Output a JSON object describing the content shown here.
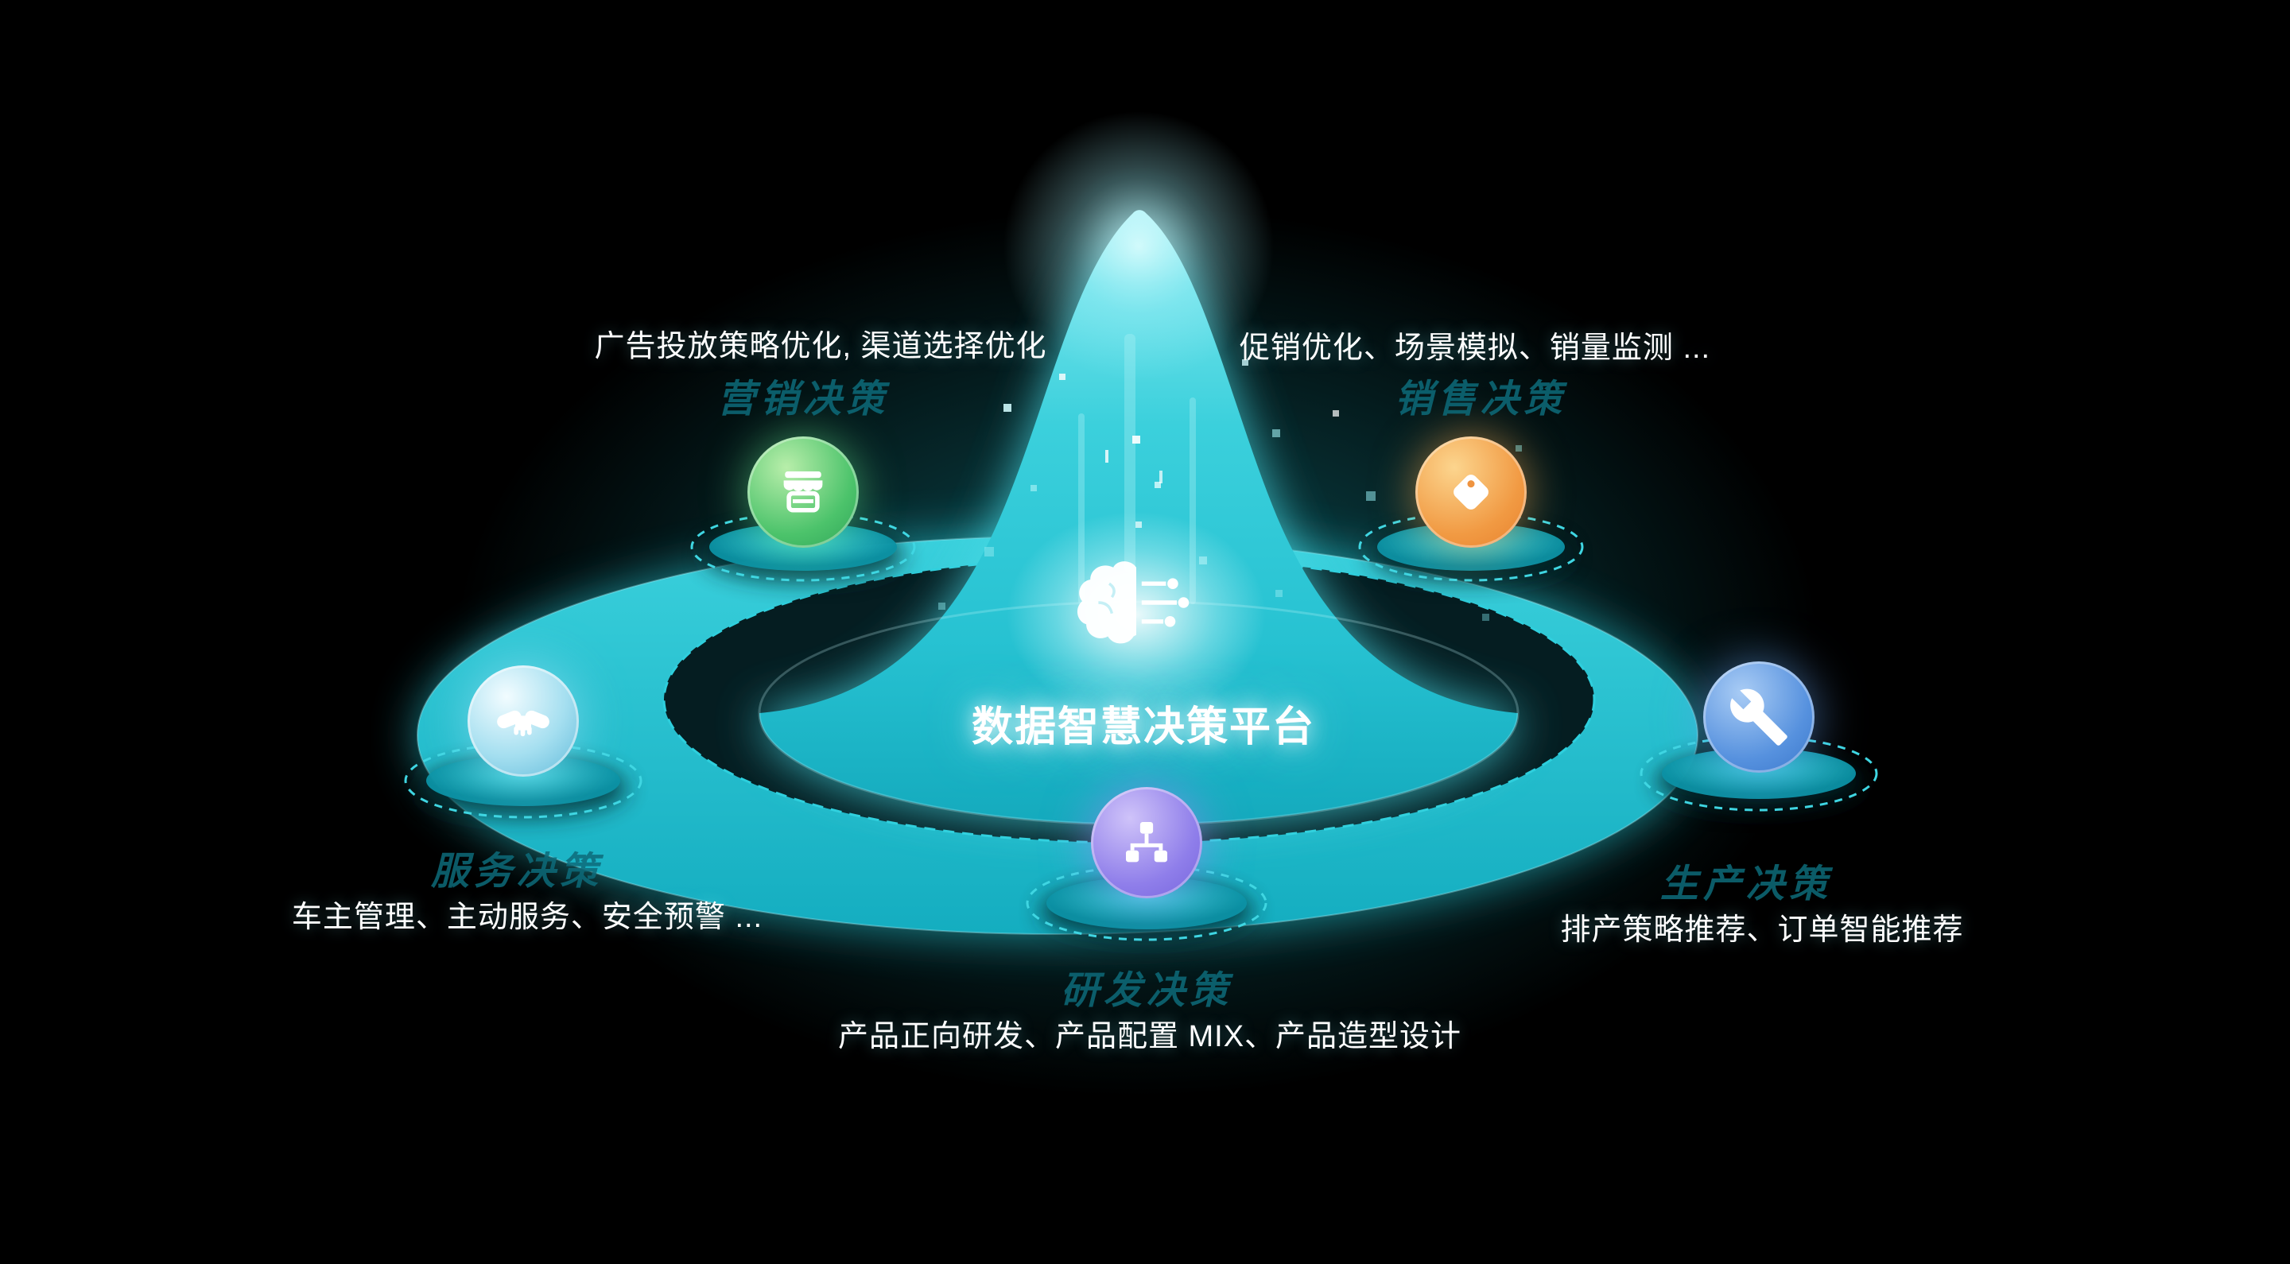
{
  "center": {
    "title": "数据智慧决策平台",
    "icon": "brain-circuit-icon"
  },
  "colors": {
    "background": "#000000",
    "teal": "#2cc8d6",
    "teal_dark": "#14adc0",
    "green": "#4cc36b",
    "orange": "#f19a43",
    "light_blue": "#a5dff0",
    "blue": "#5691de",
    "purple": "#8f7eea",
    "text_white": "#ffffff",
    "label_teal": "#0d6b7a"
  },
  "nodes": [
    {
      "id": "marketing",
      "label": "营销决策",
      "desc": "广告投放策略优化, 渠道选择优化",
      "icon": "storefront-icon",
      "accent": "#4cc36b"
    },
    {
      "id": "sales",
      "label": "销售决策",
      "desc": "促销优化、场景模拟、销量监测 ...",
      "icon": "price-tag-icon",
      "accent": "#f19a43"
    },
    {
      "id": "service",
      "label": "服务决策",
      "desc": "车主管理、主动服务、安全预警 ...",
      "icon": "handshake-icon",
      "accent": "#a5dff0"
    },
    {
      "id": "production",
      "label": "生产决策",
      "desc": "排产策略推荐、订单智能推荐",
      "icon": "wrench-icon",
      "accent": "#5691de"
    },
    {
      "id": "rnd",
      "label": "研发决策",
      "desc": "产品正向研发、产品配置 MIX、产品造型设计",
      "icon": "hierarchy-icon",
      "accent": "#8f7eea"
    }
  ]
}
